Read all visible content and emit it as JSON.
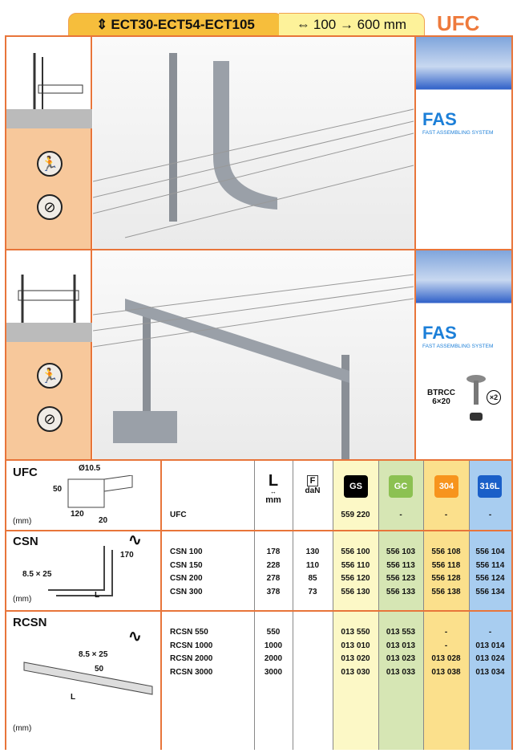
{
  "header": {
    "range": "ECT30-ECT54-ECT105",
    "width_range": "100 → 600 mm",
    "product": "UFC"
  },
  "fas": {
    "logo": "FAS",
    "subtitle": "FAST ASSEMBLING SYSTEM"
  },
  "accessory": {
    "name": "BTRCC",
    "size": "6×20",
    "qty": "×2"
  },
  "table": {
    "headers": {
      "length_unit": "mm",
      "length_symbol": "L",
      "load_symbol": "F",
      "load_unit": "daN",
      "finishes": [
        "GS",
        "GC",
        "304",
        "316L"
      ]
    },
    "finish_colors": {
      "GS": "#000000",
      "GC": "#8cc152",
      "304": "#f7941d",
      "316L": "#1a5fc8"
    },
    "sections": [
      {
        "title": "UFC",
        "dims": [
          "Ø10.5",
          "50",
          "120",
          "20"
        ],
        "unit": "(mm)",
        "rows": [
          {
            "ref": "UFC",
            "L": "",
            "F": "",
            "codes": [
              "559 220",
              "-",
              "-",
              "-"
            ]
          }
        ]
      },
      {
        "title": "CSN",
        "dims": [
          "170",
          "8.5 × 25",
          "L"
        ],
        "unit": "(mm)",
        "rows": [
          {
            "ref": "CSN 100",
            "L": "178",
            "F": "130",
            "codes": [
              "556 100",
              "556 103",
              "556 108",
              "556 104"
            ]
          },
          {
            "ref": "CSN 150",
            "L": "228",
            "F": "110",
            "codes": [
              "556 110",
              "556 113",
              "556 118",
              "556 114"
            ]
          },
          {
            "ref": "CSN 200",
            "L": "278",
            "F": "85",
            "codes": [
              "556 120",
              "556 123",
              "556 128",
              "556 124"
            ]
          },
          {
            "ref": "CSN 300",
            "L": "378",
            "F": "73",
            "codes": [
              "556 130",
              "556 133",
              "556 138",
              "556 134"
            ]
          }
        ]
      },
      {
        "title": "RCSN",
        "dims": [
          "8.5 × 25",
          "50",
          "L"
        ],
        "unit": "(mm)",
        "rows": [
          {
            "ref": "RCSN 550",
            "L": "550",
            "F": "",
            "codes": [
              "013 550",
              "013 553",
              "-",
              "-"
            ]
          },
          {
            "ref": "RCSN 1000",
            "L": "1000",
            "F": "",
            "codes": [
              "013 010",
              "013 013",
              "-",
              "013 014"
            ]
          },
          {
            "ref": "RCSN 2000",
            "L": "2000",
            "F": "",
            "codes": [
              "013 020",
              "013 023",
              "013 028",
              "013 024"
            ]
          },
          {
            "ref": "RCSN 3000",
            "L": "3000",
            "F": "",
            "codes": [
              "013 030",
              "013 033",
              "013 038",
              "013 034"
            ]
          }
        ]
      }
    ]
  }
}
